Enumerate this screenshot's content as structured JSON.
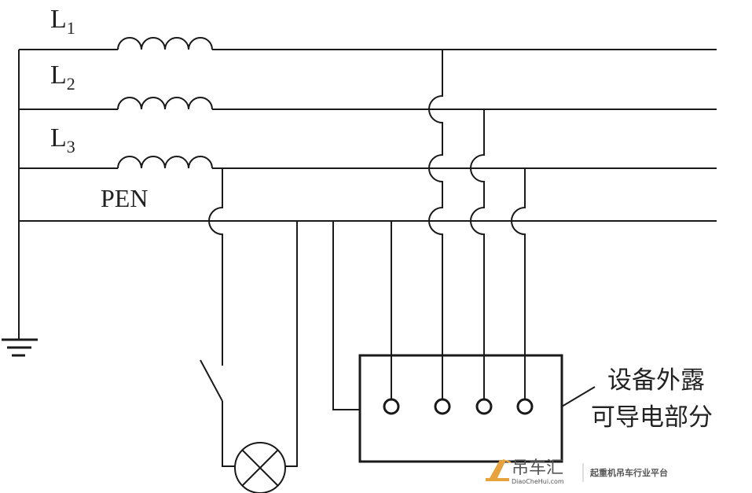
{
  "labels": {
    "l1_main": "L",
    "l1_sub": "1",
    "l2_main": "L",
    "l2_sub": "2",
    "l3_main": "L",
    "l3_sub": "3",
    "pen": "PEN"
  },
  "enclosure_label": {
    "line1": "设备外露",
    "line2": "可导电部分"
  },
  "watermark": {
    "brand": "吊车汇",
    "url": "DiaoCheHui.com",
    "slogan": "起重机吊车行业平台",
    "color": "#e6a23c"
  }
}
